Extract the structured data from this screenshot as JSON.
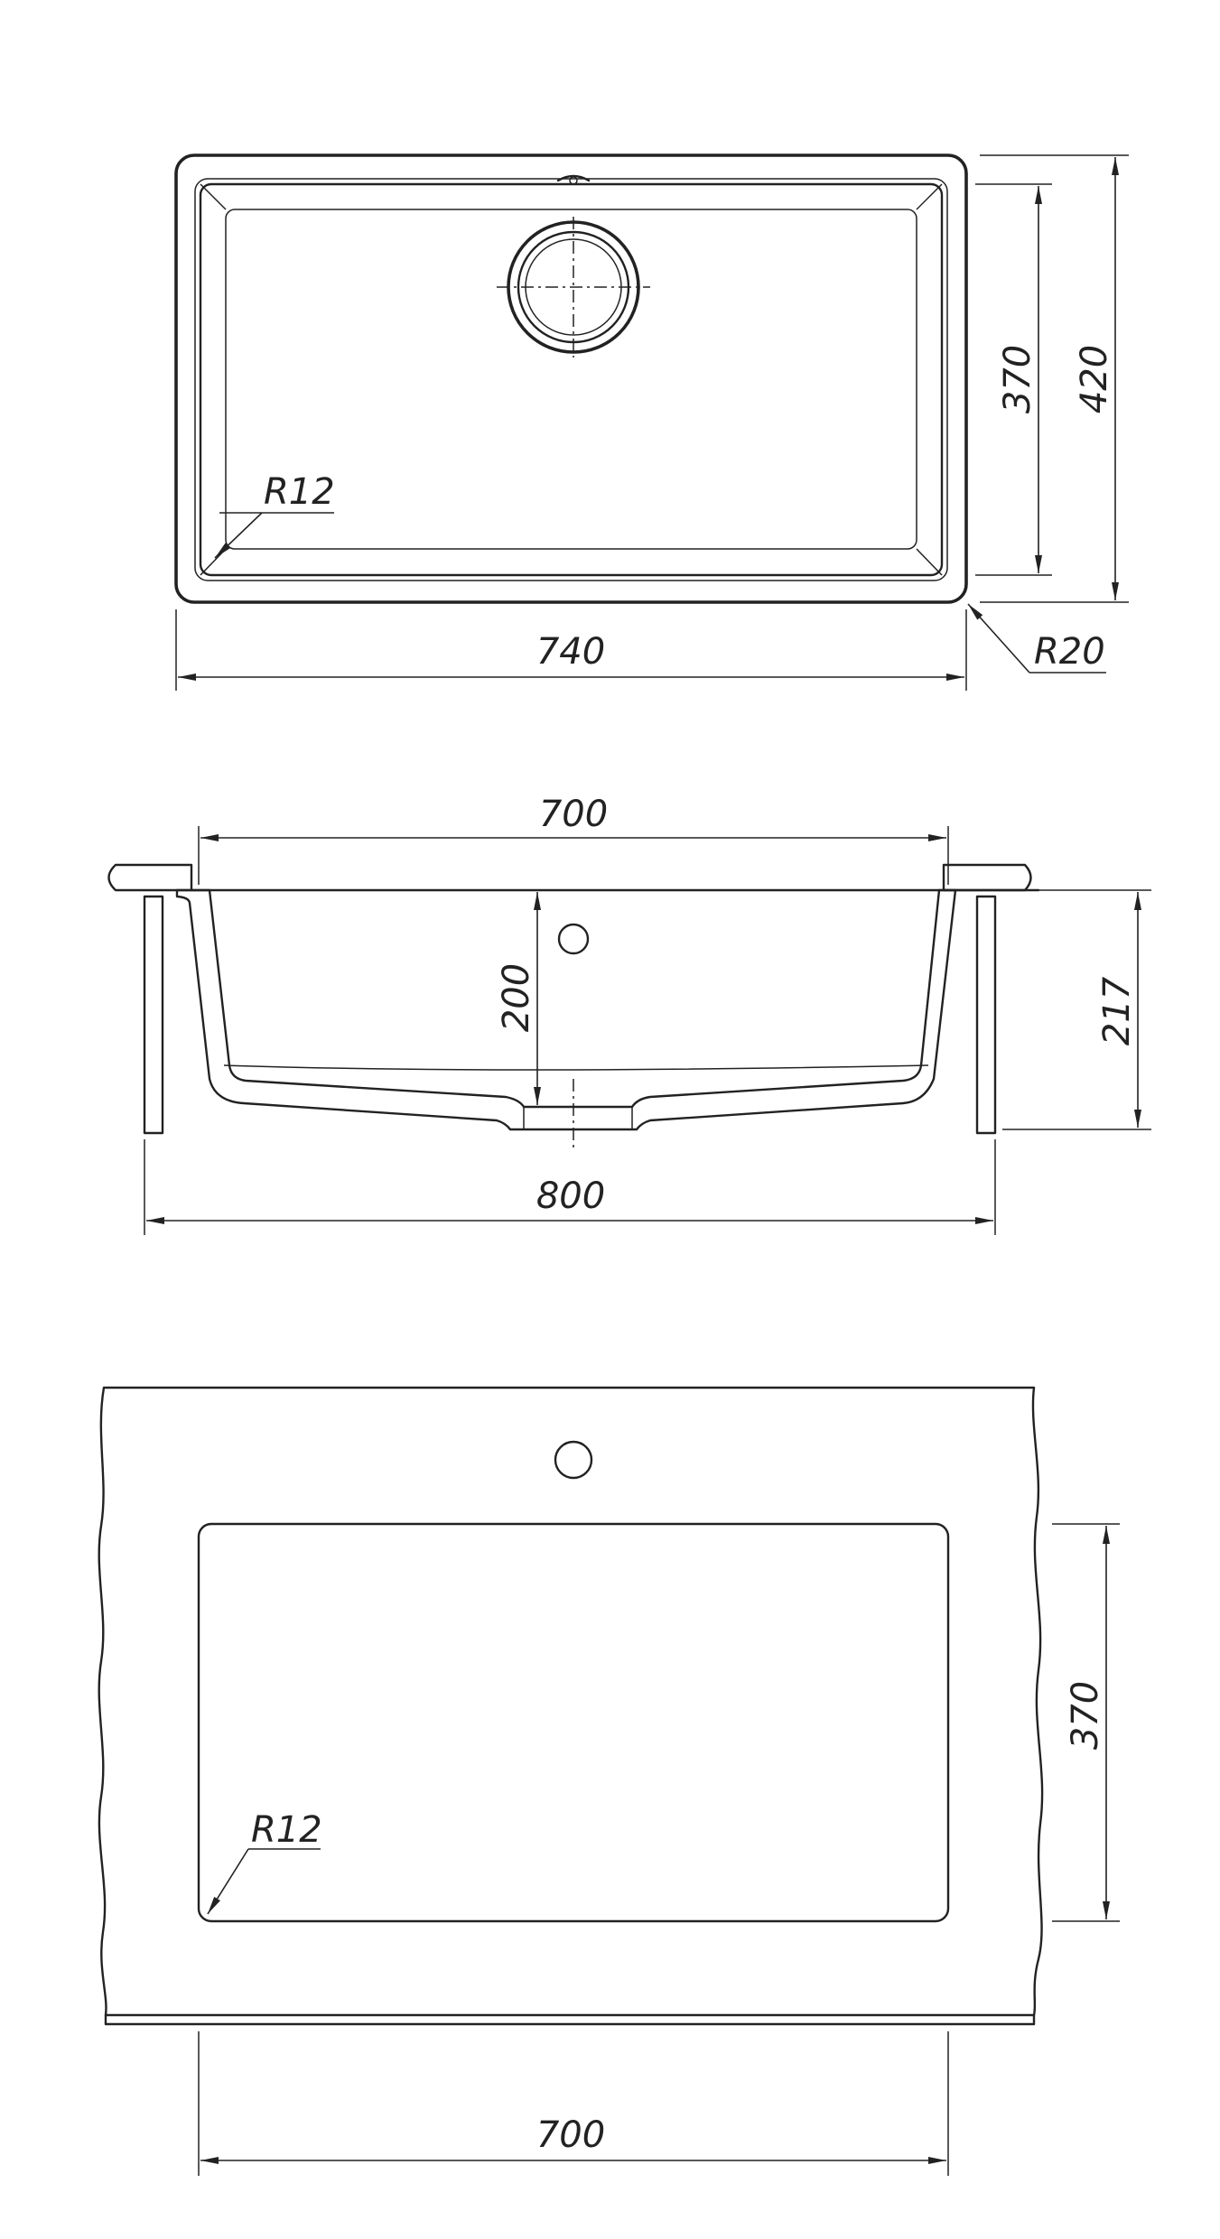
{
  "top_view": {
    "dim_width": "740",
    "dim_inner_depth": "370",
    "dim_outer_depth": "420",
    "radius_inner": "R12",
    "radius_outer": "R20"
  },
  "section_view": {
    "dim_bowl_width": "700",
    "dim_bowl_depth": "200",
    "dim_total_depth": "217",
    "dim_cabinet_width": "800"
  },
  "cutout_view": {
    "dim_depth": "370",
    "dim_width": "700",
    "radius": "R12"
  }
}
